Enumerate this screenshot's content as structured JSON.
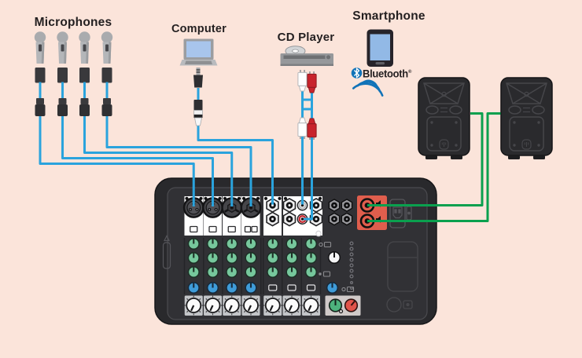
{
  "diagram": {
    "type": "audio-connection-diagram",
    "labels": {
      "microphones": "Microphones",
      "computer": "Computer",
      "cd_player": "CD Player",
      "smartphone": "Smartphone",
      "bluetooth": "Bluetooth",
      "registered_mark": "®"
    },
    "sources": [
      {
        "id": "microphones",
        "label": "Microphones",
        "count": 4,
        "connects_to": "mixer XLR mic inputs 1-4",
        "cable": "blue XLR cables"
      },
      {
        "id": "computer",
        "label": "Computer",
        "connects_to": "mixer stereo line input 5/6",
        "cable": "blue stereo mini-jack cable"
      },
      {
        "id": "cd_player",
        "label": "CD Player",
        "connects_to": "mixer RCA inputs 7/8",
        "cable": "blue cable with white and red RCA plugs"
      },
      {
        "id": "smartphone",
        "label": "Smartphone",
        "connects_to": "mixer via Bluetooth wireless",
        "cable": null
      }
    ],
    "mixer": {
      "mic_xlr_inputs": 4,
      "combo_inputs": 2,
      "stereo_line_jack_pairs": 2,
      "rca_input_pair": 1,
      "monitor_jacks": 4,
      "speaker_outputs": 2,
      "power_inlet": "IEC",
      "knob_rows": [
        "three rows of green EQ/level knobs",
        "one row of blue aux knobs (ch1-4)",
        "white channel level knobs",
        "green and red master knobs"
      ]
    },
    "speakers": {
      "count": 2,
      "connects_from": "mixer speaker outputs",
      "cable": "green speaker cables"
    }
  },
  "colors": {
    "background": "#fbe4da",
    "label_text": "#231f20",
    "cable_blue": "#2aa3dd",
    "cable_green": "#0aa04e",
    "rca_red": "#c8232c",
    "mixer_body": "#29292c",
    "output_panel_red": "#e05e4d",
    "knob_green": "#76c79c",
    "knob_blue": "#3f9cd9",
    "bluetooth_blue": "#1173b8"
  }
}
